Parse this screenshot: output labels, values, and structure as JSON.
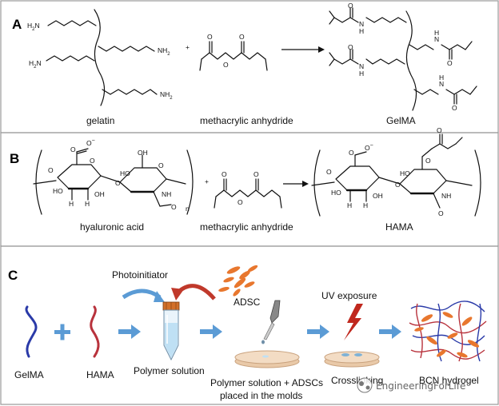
{
  "panels": {
    "a": {
      "letter": "A",
      "labels": {
        "gelatin": "gelatin",
        "anhydride": "methacrylic anhydride",
        "product": "GelMA"
      },
      "groups": {
        "nh2": "NH",
        "sub2": "2",
        "h2n_h": "H",
        "h2n_2": "2",
        "h2n_n": "N",
        "o": "O",
        "h": "H",
        "n": "N",
        "plus": "+"
      }
    },
    "b": {
      "letter": "B",
      "labels": {
        "hyaluronic": "hyaluronic acid",
        "anhydride": "methacrylic anhydride",
        "product": "HAMA"
      },
      "groups": {
        "o": "O",
        "oh": "OH",
        "ho": "HO",
        "h": "H",
        "nh": "NH",
        "ominus": "O",
        "minus": "−",
        "n": "n",
        "plus": "+"
      }
    },
    "c": {
      "letter": "C",
      "labels": {
        "photoinitiator": "Photoinitiator",
        "adsc": "ADSC",
        "uv": "UV exposure",
        "gelma": "GelMA",
        "hama": "HAMA",
        "polymer_solution": "Polymer solution",
        "molds_line1": "Polymer solution + ADSCs",
        "molds_line2": "placed in the molds",
        "crosslinking": "Crosslinking",
        "bcn": "BCN hydrogel"
      }
    }
  },
  "watermark": "EngineeringForLife",
  "colors": {
    "frame": "#9a9a9a",
    "gelma_strand": "#2a3aa8",
    "hama_strand": "#b8323c",
    "arrow_blue": "#5b9bd5",
    "arrow_red": "#c0392b",
    "cells": "#e8772e",
    "dish": "#e9c9a8",
    "uv_bolt": "#c0281e"
  }
}
